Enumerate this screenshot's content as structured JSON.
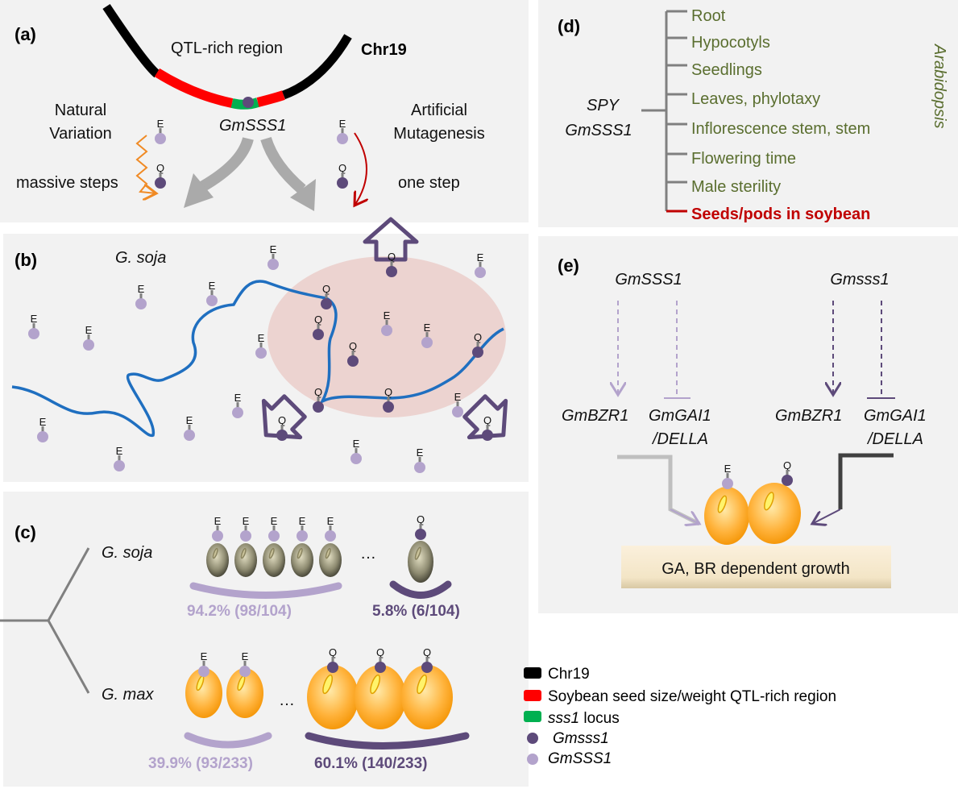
{
  "colors": {
    "wildtype": "#b3a3cc",
    "mutant": "#5d4a7a",
    "chr": "#000000",
    "qtl": "#ff0000",
    "locus": "#00b050",
    "river": "#1f6fc0",
    "phenotype": "#5a6e2f",
    "soybean": "#c00000"
  },
  "markers": {
    "wildtype_label": "E",
    "mutant_label": "Q"
  },
  "panel_a": {
    "label": "(a)",
    "qtl_region": "QTL-rich region",
    "chromosome": "Chr19",
    "gene": "GmSSS1",
    "natural_variation_1": "Natural",
    "natural_variation_2": "Variation",
    "artificial_1": "Artificial",
    "artificial_2": "Mutagenesis",
    "massive_steps": "massive steps",
    "one_step": "one step"
  },
  "panel_b": {
    "label": "(b)",
    "species": "G. soja"
  },
  "panel_c": {
    "label": "(c)",
    "soja": "G. soja",
    "max": "G. max",
    "ellipsis": "…",
    "soja_wt_pct": "94.2% (98/104)",
    "soja_mut_pct": "5.8% (6/104)",
    "max_wt_pct": "39.9% (93/233)",
    "max_mut_pct": "60.1% (140/233)"
  },
  "panel_d": {
    "label": "(d)",
    "gene_1": "SPY",
    "gene_2": "GmSSS1",
    "organism": "Arabidopsis",
    "phenotypes": [
      "Root",
      "Hypocotyls",
      "Seedlings",
      "Leaves, phylotaxy",
      "Inflorescence stem, stem",
      "Flowering time",
      "Male sterility"
    ],
    "soybean_phenotype": "Seeds/pods in soybean"
  },
  "panel_e": {
    "label": "(e)",
    "wt_gene": "GmSSS1",
    "mut_gene": "Gmsss1",
    "bzr": "GmBZR1",
    "gai": "GmGAI1",
    "della": "/DELLA",
    "growth": "GA, BR dependent growth"
  },
  "legend": {
    "items": [
      "Chr19",
      "Soybean seed size/weight QTL-rich region",
      "sss1",
      "locus",
      "Gmsss1",
      "GmSSS1"
    ]
  }
}
